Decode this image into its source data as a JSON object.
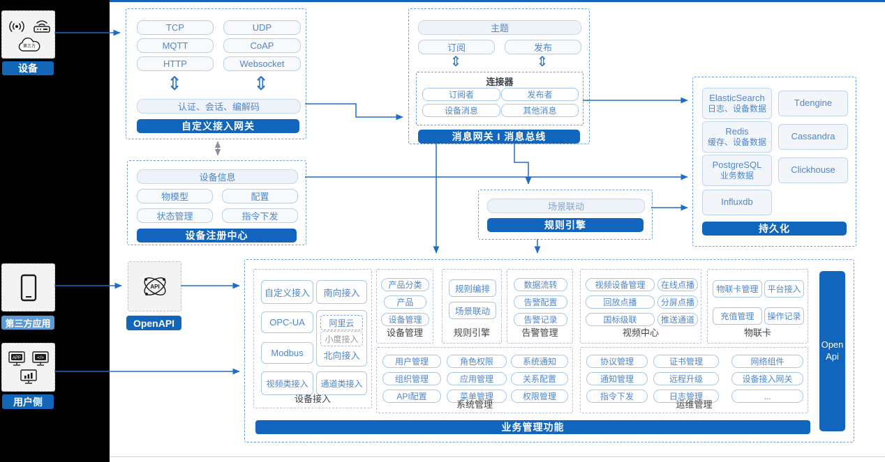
{
  "left_rail": {
    "device_label": "设备",
    "third_party_label": "第三方应用",
    "user_label": "用户侧",
    "cloud_badge": "第三方",
    "app_text": "APP",
    "code_text": "</>"
  },
  "gateway_box": {
    "protocols": [
      "TCP",
      "UDP",
      "MQTT",
      "CoAP",
      "HTTP",
      "Websocket"
    ],
    "auth": "认证、会话、编解码",
    "title": "自定义接入网关"
  },
  "message_box": {
    "topic": "主题",
    "subscribe": "订阅",
    "publish": "发布",
    "connector_title": "连接器",
    "connector_items": [
      "订阅者",
      "发布者",
      "设备消息",
      "其他消息"
    ],
    "title": "消息网关 I 消息总线"
  },
  "registry_box": {
    "wide": "设备信息",
    "items": [
      "物模型",
      "配置",
      "状态管理",
      "指令下发"
    ],
    "title": "设备注册中心"
  },
  "rule_box": {
    "item": "场景联动",
    "title": "规则引擎"
  },
  "persistence_box": {
    "title": "持久化",
    "items": [
      {
        "name": "ElasticSearch",
        "desc": "日志、设备数据"
      },
      {
        "name": "Tdengine"
      },
      {
        "name": "Redis",
        "desc": "缓存、设备数据"
      },
      {
        "name": "Cassandra"
      },
      {
        "name": "PostgreSQL",
        "desc": "业务数据"
      },
      {
        "name": "Clickhouse"
      },
      {
        "name": "Influxdb"
      }
    ]
  },
  "openapi": {
    "label": "OpenAPI",
    "icon_text": "API"
  },
  "business": {
    "device_access": {
      "label": "设备接入",
      "items": [
        "自定义接入",
        "南向接入",
        "OPC-UA",
        "Modbus",
        "视频类接入",
        "通道类接入"
      ],
      "north_group": {
        "aliyun": "阿里云",
        "xiaodu": "小度接入",
        "label": "北向接入"
      }
    },
    "device_mgmt": {
      "label": "设备管理",
      "items": [
        "产品分类",
        "产品",
        "设备管理"
      ]
    },
    "rule_engine": {
      "label": "规则引擎",
      "items": [
        "规则编排",
        "场景联动"
      ]
    },
    "alarm": {
      "label": "告警管理",
      "items": [
        "数据流转",
        "告警配置",
        "告警记录"
      ]
    },
    "video": {
      "label": "视频中心",
      "items": [
        "视频设备管理",
        "在线点播",
        "回放点播",
        "分屏点播",
        "国标级联",
        "推送通道"
      ]
    },
    "iot_card": {
      "label": "物联卡",
      "items": [
        "物联卡管理",
        "平台接入",
        "充值管理",
        "操作记录"
      ]
    },
    "system": {
      "label": "系统管理",
      "items": [
        "用户管理",
        "角色权限",
        "系统通知",
        "组织管理",
        "应用管理",
        "关系配置",
        "API配置",
        "菜单管理",
        "权限管理"
      ]
    },
    "ops": {
      "label": "运维管理",
      "items": [
        "协议管理",
        "证书管理",
        "网络组件",
        "通知管理",
        "远程升级",
        "设备接入网关",
        "指令下发",
        "日志管理",
        "..."
      ]
    },
    "footer": "业务管理功能",
    "open_api_line1": "Open",
    "open_api_line2": "Api"
  },
  "glyphs": {
    "double_arrow": "⇕"
  },
  "palette": {
    "accent": "#1165bc",
    "line": "#1f6cc5",
    "light_border": "#a9c7ea",
    "text_blue": "#4f86cc",
    "third_party_badge": "#5b9ad3"
  }
}
